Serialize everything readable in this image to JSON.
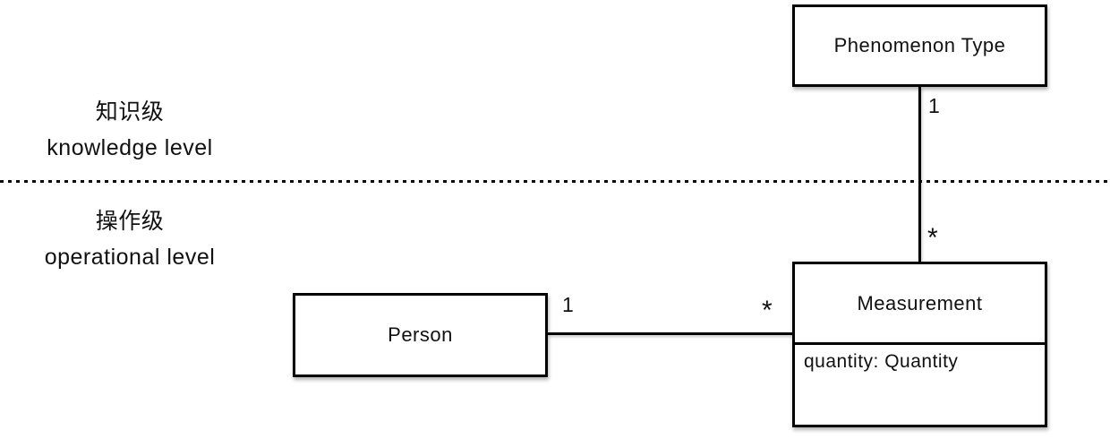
{
  "diagram": {
    "levels": {
      "knowledge": {
        "zh": "知识级",
        "en": "knowledge level"
      },
      "operational": {
        "zh": "操作级",
        "en": "operational level"
      }
    },
    "classes": [
      {
        "name": "Phenomenon Type",
        "attributes": []
      },
      {
        "name": "Measurement",
        "attributes": [
          "quantity: Quantity"
        ]
      },
      {
        "name": "Person",
        "attributes": []
      }
    ],
    "associations": [
      {
        "from": "Phenomenon Type",
        "to": "Measurement",
        "from_multiplicity": "1",
        "to_multiplicity": "*"
      },
      {
        "from": "Person",
        "to": "Measurement",
        "from_multiplicity": "1",
        "to_multiplicity": "*"
      }
    ],
    "colors": {
      "line": "#000000",
      "box_fill": "#ffffff",
      "text": "#111111",
      "background": "#ffffff"
    }
  }
}
